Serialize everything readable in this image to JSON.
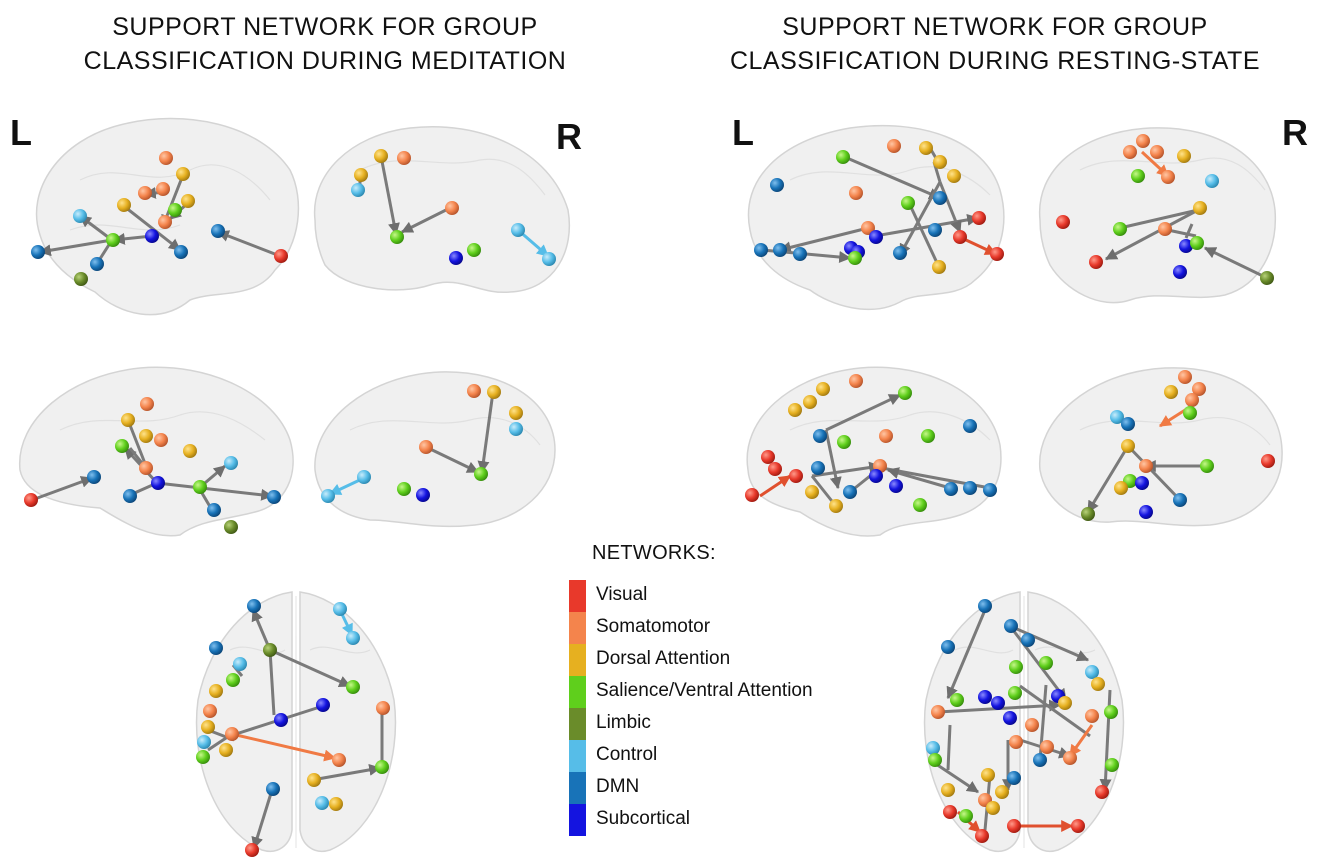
{
  "titles": {
    "meditation_line1": "SUPPORT NETWORK FOR GROUP",
    "meditation_line2": "CLASSIFICATION DURING MEDITATION",
    "resting_line1": "SUPPORT NETWORK FOR GROUP",
    "resting_line2": "CLASSIFICATION DURING RESTING-STATE"
  },
  "hemispheres": {
    "left": "L",
    "right": "R"
  },
  "legend": {
    "title": "NETWORKS:",
    "items": [
      {
        "label": "Visual",
        "color": "#e8392b"
      },
      {
        "label": "Somatomotor",
        "color": "#f4844c"
      },
      {
        "label": "Dorsal Attention",
        "color": "#e6b020"
      },
      {
        "label": "Salience/Ventral Attention",
        "color": "#5fcf1c"
      },
      {
        "label": "Limbic",
        "color": "#6a8c2a"
      },
      {
        "label": "Control",
        "color": "#56bde8"
      },
      {
        "label": "DMN",
        "color": "#1873b8"
      },
      {
        "label": "Subcortical",
        "color": "#1414e0"
      }
    ]
  },
  "colors": {
    "edge": "#7a7a7a",
    "brain_fill": "#f0f0f0",
    "brain_stroke": "#d4d4d4"
  }
}
